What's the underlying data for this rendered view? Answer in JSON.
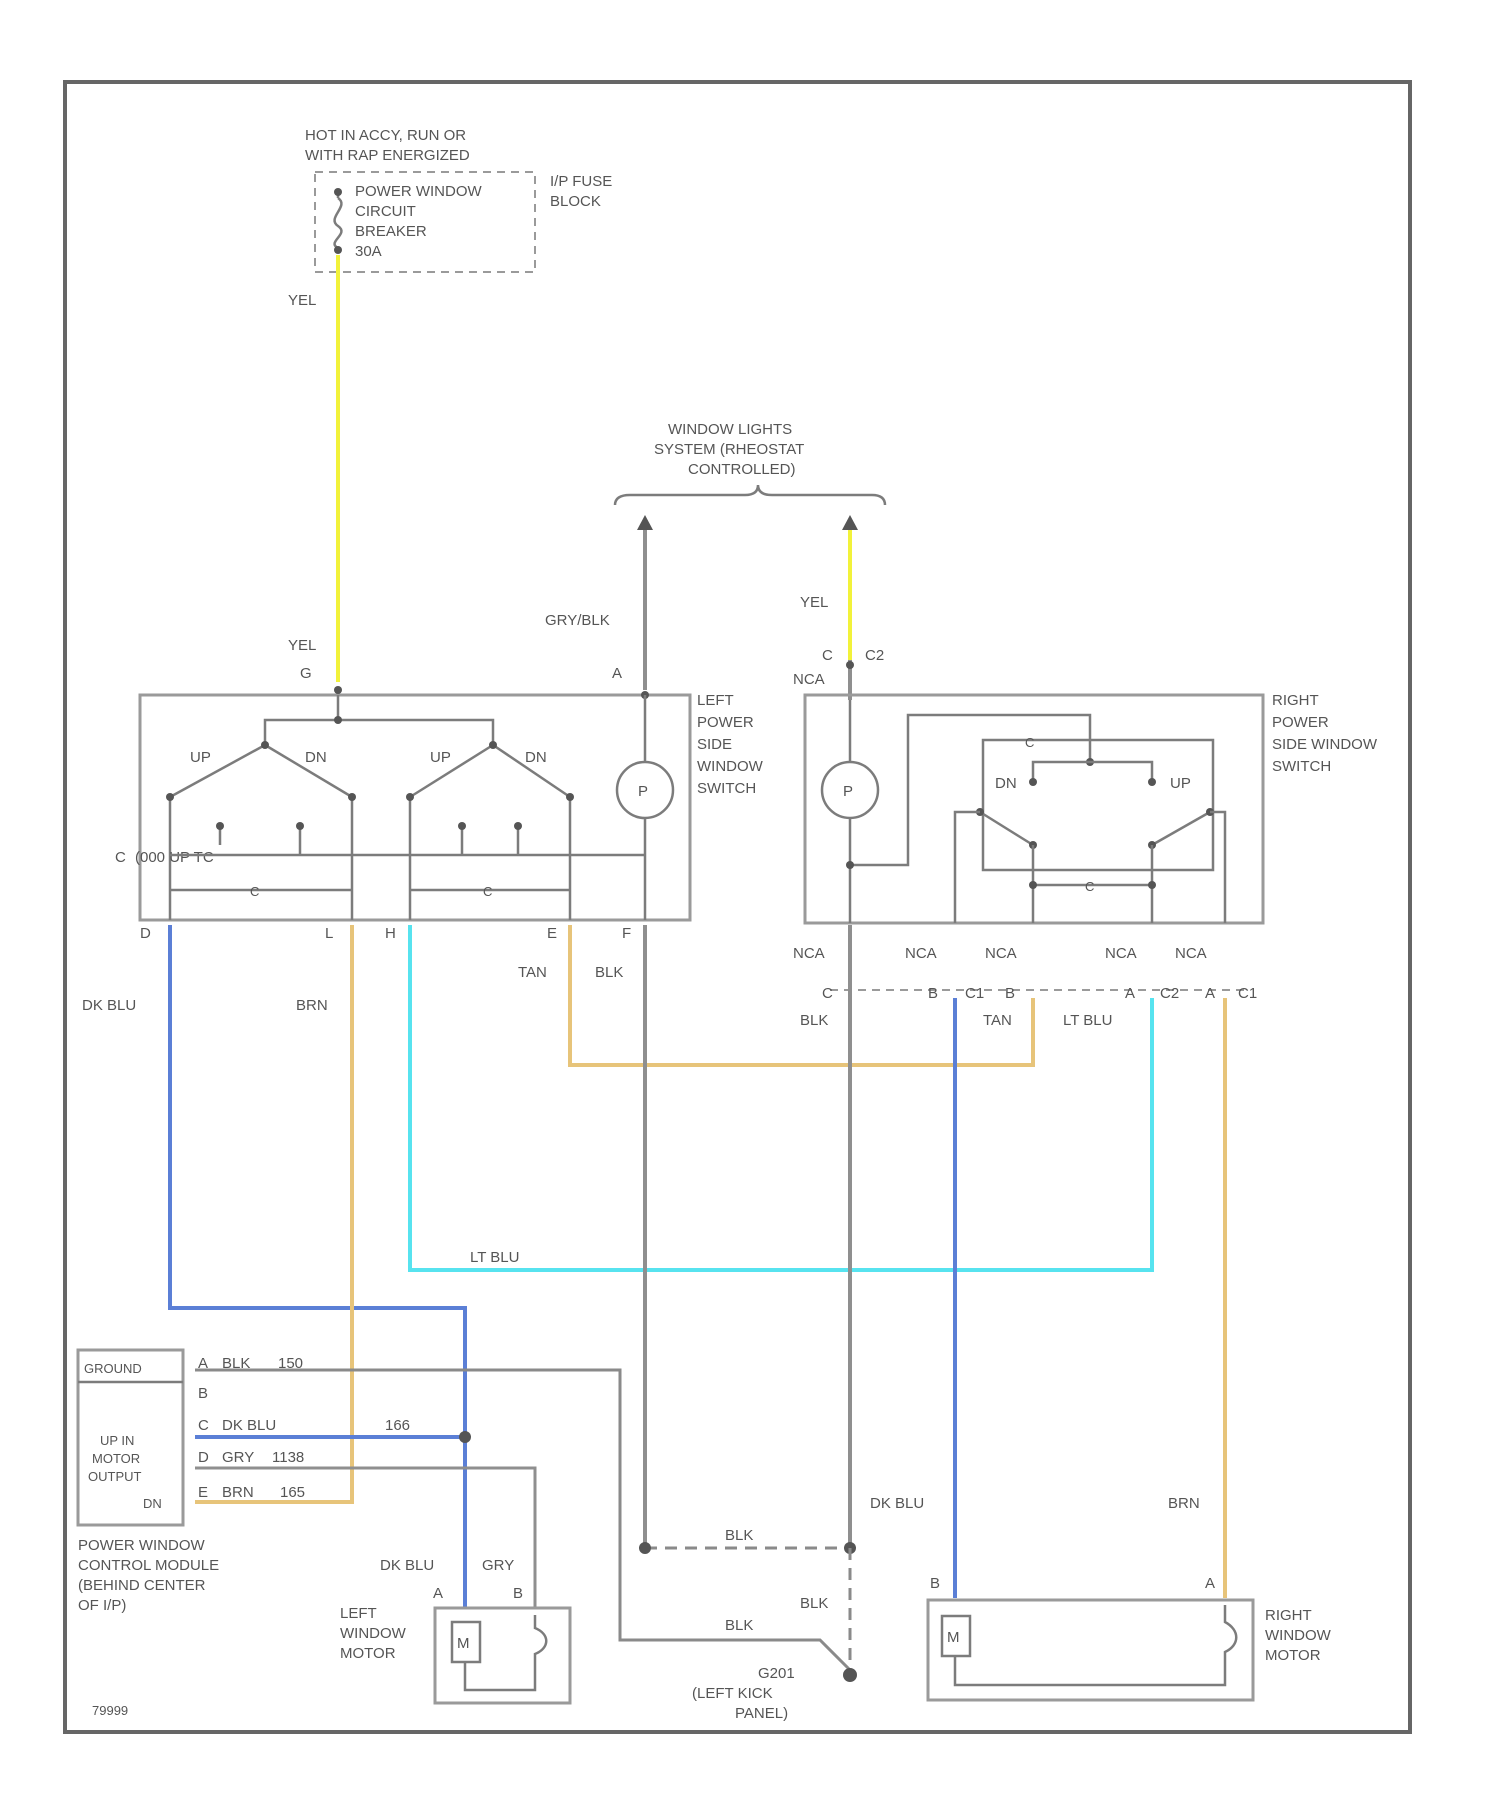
{
  "fuse": {
    "hot_line1": "HOT IN ACCY, RUN OR",
    "hot_line2": "WITH RAP ENERGIZED",
    "breaker_line1": "POWER WINDOW",
    "breaker_line2": "CIRCUIT",
    "breaker_line3": "BREAKER",
    "breaker_line4": "30A",
    "block_line1": "I/P FUSE",
    "block_line2": "BLOCK"
  },
  "window_lights": {
    "line1": "WINDOW LIGHTS",
    "line2": "SYSTEM (RHEOSTAT",
    "line3": "CONTROLLED)"
  },
  "left_switch": {
    "line1": "LEFT",
    "line2": "POWER",
    "line3": "SIDE",
    "line4": "WINDOW",
    "line5": "SWITCH",
    "pin_g": "G",
    "pin_a": "A",
    "pin_c": "C",
    "pin_c_label": "(000 UP TC",
    "pin_d": "D",
    "pin_l": "L",
    "pin_h": "H",
    "pin_e": "E",
    "pin_f": "F",
    "up1": "UP",
    "dn1": "DN",
    "up2": "UP",
    "dn2": "DN",
    "lamp": "P"
  },
  "right_switch": {
    "line1": "RIGHT",
    "line2": "POWER",
    "line3": "SIDE WINDOW",
    "line4": "SWITCH",
    "connector_top": "C",
    "connector_top2": "C2",
    "nca_top": "NCA",
    "dn": "DN",
    "up": "UP",
    "lamp": "P",
    "nca_labels": [
      "NCA",
      "NCA",
      "NCA",
      "NCA",
      "NCA"
    ],
    "bottom_pins": [
      "C",
      "B",
      "C1",
      "B",
      "A",
      "C2",
      "A",
      "C1"
    ]
  },
  "wires": {
    "yel1": "YEL",
    "yel2": "YEL",
    "yel3": "YEL",
    "gry_blk": "GRY/BLK",
    "dk_blu": "DK BLU",
    "brn": "BRN",
    "tan": "TAN",
    "blk": "BLK",
    "blk2": "BLK",
    "tan2": "TAN",
    "lt_blu": "LT BLU",
    "lt_blu2": "LT BLU",
    "dk_blu2": "DK BLU",
    "brn2": "BRN",
    "blk3": "BLK",
    "blk4": "BLK",
    "blk5": "BLK"
  },
  "control_module": {
    "ground": "GROUND",
    "pin_a": "A",
    "pin_a_wire": "BLK",
    "pin_a_num": "150",
    "pin_b": "B",
    "pin_c": "C",
    "pin_c_wire": "DK BLU",
    "pin_c_num": "166",
    "pin_d": "D",
    "pin_d_wire": "GRY",
    "pin_d_num": "1138",
    "pin_e": "E",
    "pin_e_wire": "BRN",
    "pin_e_num": "165",
    "up_in_line1": "UP IN",
    "up_in_line2": "MOTOR",
    "up_in_line3": "OUTPUT",
    "dn": "DN",
    "title_line1": "POWER WINDOW",
    "title_line2": "CONTROL MODULE",
    "title_line3": "(BEHIND CENTER",
    "title_line4": "OF I/P)"
  },
  "left_motor": {
    "wire1": "DK BLU",
    "wire2": "GRY",
    "pin_a": "A",
    "pin_b": "B",
    "line1": "LEFT",
    "line2": "WINDOW",
    "line3": "MOTOR",
    "symbol": "M"
  },
  "right_motor": {
    "pin_b": "B",
    "pin_a": "A",
    "line1": "RIGHT",
    "line2": "WINDOW",
    "line3": "MOTOR",
    "symbol": "M"
  },
  "ground": {
    "line1": "G201",
    "line2": "(LEFT KICK",
    "line3": "PANEL)"
  },
  "figure_id": "79999"
}
